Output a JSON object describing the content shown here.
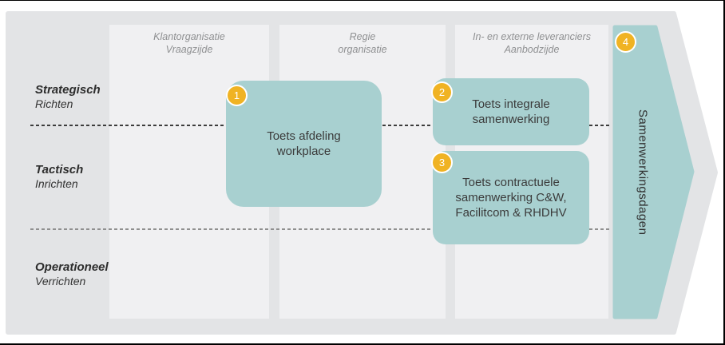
{
  "columns": [
    {
      "lines": [
        "Klantorganisatie",
        "Vraagzijde"
      ]
    },
    {
      "lines": [
        "Regie",
        "organisatie"
      ]
    },
    {
      "lines": [
        "In- en externe leveranciers",
        "Aanbodzijde"
      ]
    }
  ],
  "rows": [
    {
      "title": "Strategisch",
      "subtitle": "Richten"
    },
    {
      "title": "Tactisch",
      "subtitle": "Inrichten"
    },
    {
      "title": "Operationeel",
      "subtitle": "Verrichten"
    }
  ],
  "boxes": [
    {
      "number": "1",
      "lines": [
        "Toets afdeling",
        "workplace"
      ]
    },
    {
      "number": "2",
      "lines": [
        "Toets integrale",
        "samenwerking"
      ]
    },
    {
      "number": "3",
      "lines": [
        "Toets contractuele",
        "samenwerking C&W,",
        "Facilitcom & RHDHV"
      ]
    }
  ],
  "arrow": {
    "number": "4",
    "label": "Samenwerkingsdagen"
  },
  "colors": {
    "background_shape": "#e3e4e6",
    "column_panel": "#f0f0f2",
    "box_teal": "#a8d0d0",
    "badge_yellow": "#f0b323",
    "box_text": "#3b3b3b",
    "header_text": "#8f9092"
  }
}
